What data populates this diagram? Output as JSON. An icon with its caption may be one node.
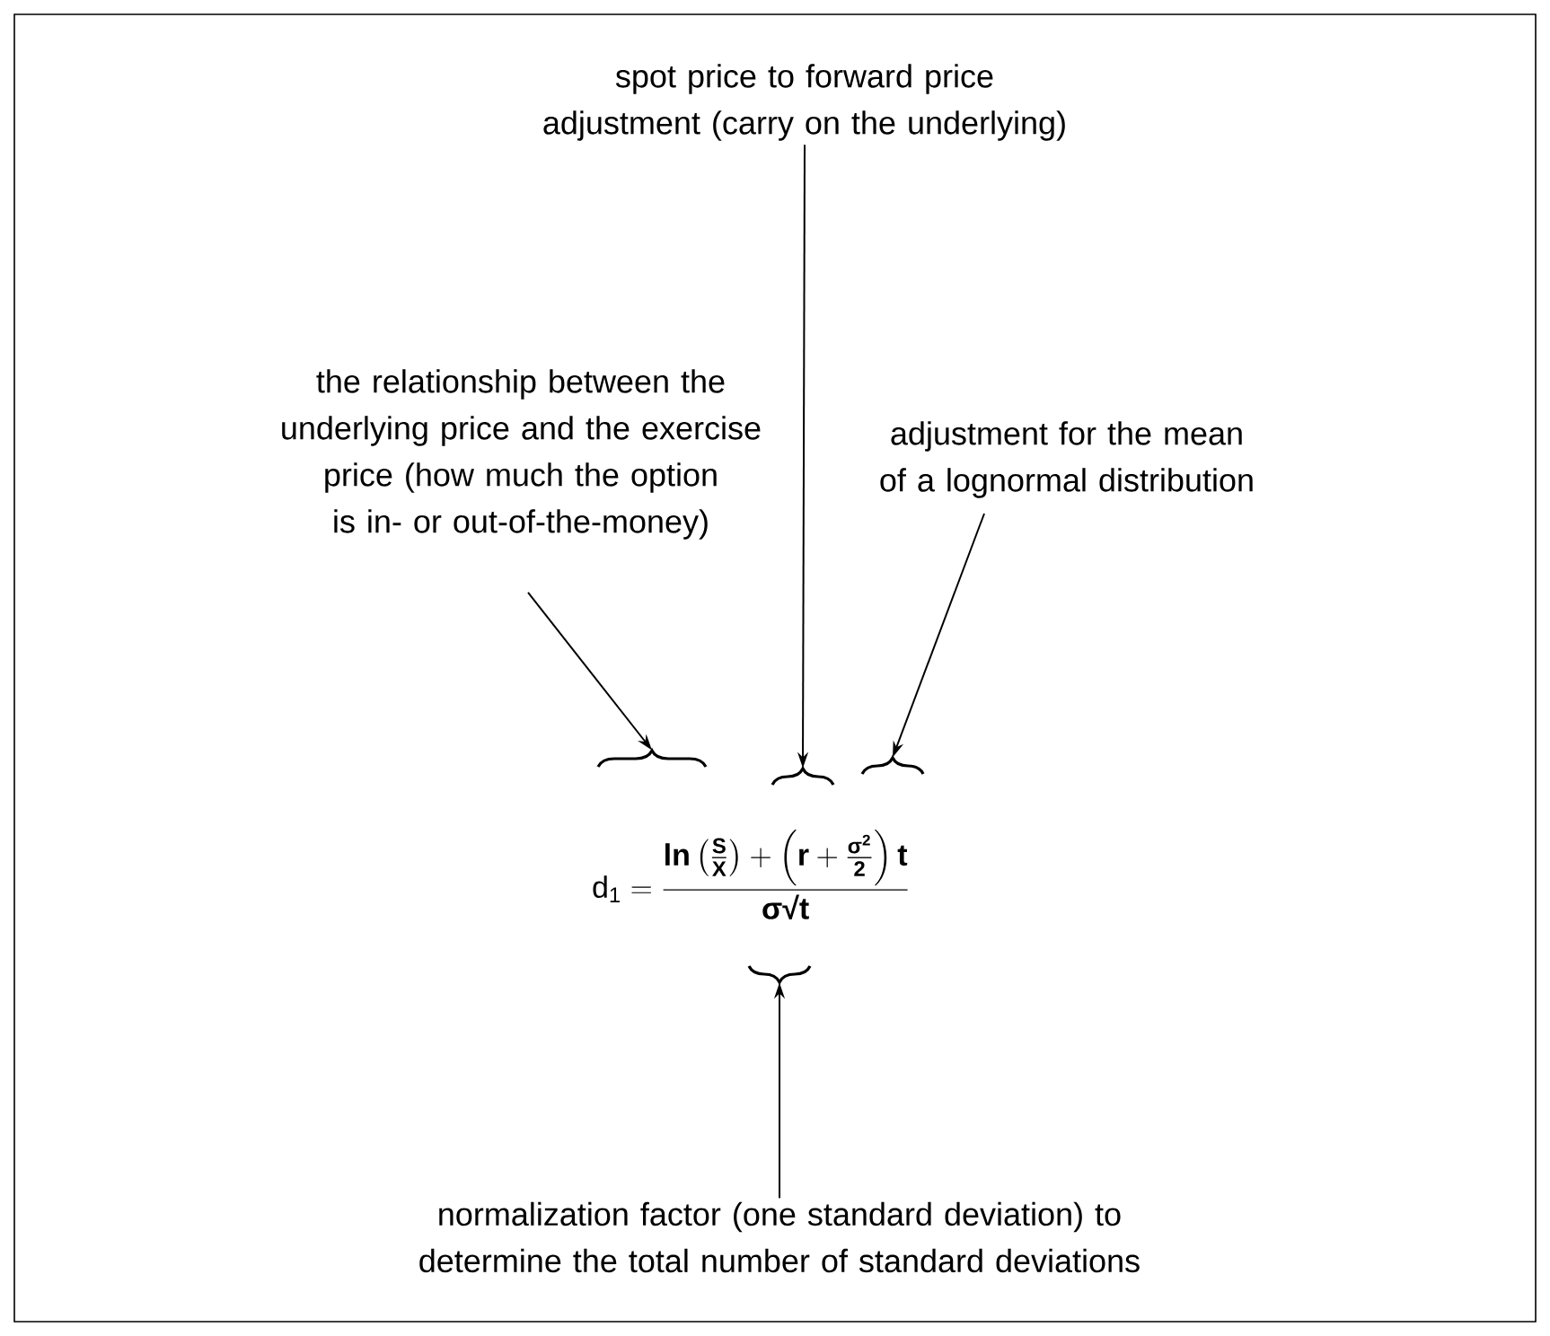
{
  "diagram": {
    "nodes": [
      {
        "text": [
          "spot price to forward price adjustment (carry on the underlying)"
        ]
      },
      {
        "text": [
          "the relationship between the underlying price and the exercise price (how much the option is in- or out-of-the-money)"
        ]
      },
      {
        "text": [
          "adjustment for the mean of a lognormal distribution"
        ]
      },
      {
        "text": [],
        "shape": "brace"
      },
      {
        "text": [],
        "shape": "brace"
      },
      {
        "text": [],
        "shape": "brace"
      },
      {
        "text": [],
        "shape": "brace"
      },
      {
        "text": [
          "normalization factor (one standard deviation) to determine the total number of standard deviations"
        ]
      }
    ],
    "edges": [
      {
        "from": 1,
        "to": 3,
        "arrow": "to"
      },
      {
        "from": 0,
        "to": 4,
        "arrow": "to"
      },
      {
        "from": 2,
        "to": 5,
        "arrow": "to"
      },
      {
        "from": 7,
        "to": 6,
        "arrow": "to"
      }
    ],
    "labels": [
      "\\text{d}_{\\text{1}} = \\frac{\\textbf{ln}\\left(\\frac{\\textbf{S}}{\\textbf{X}}\\right) + \\left(\\textbf{r} + \\frac{\\textbf{σ}^{\\textbf{2}}}{\\textbf{2}}\\right)\\textbf{t}}{\\textbf{σ√t}}"
    ]
  }
}
